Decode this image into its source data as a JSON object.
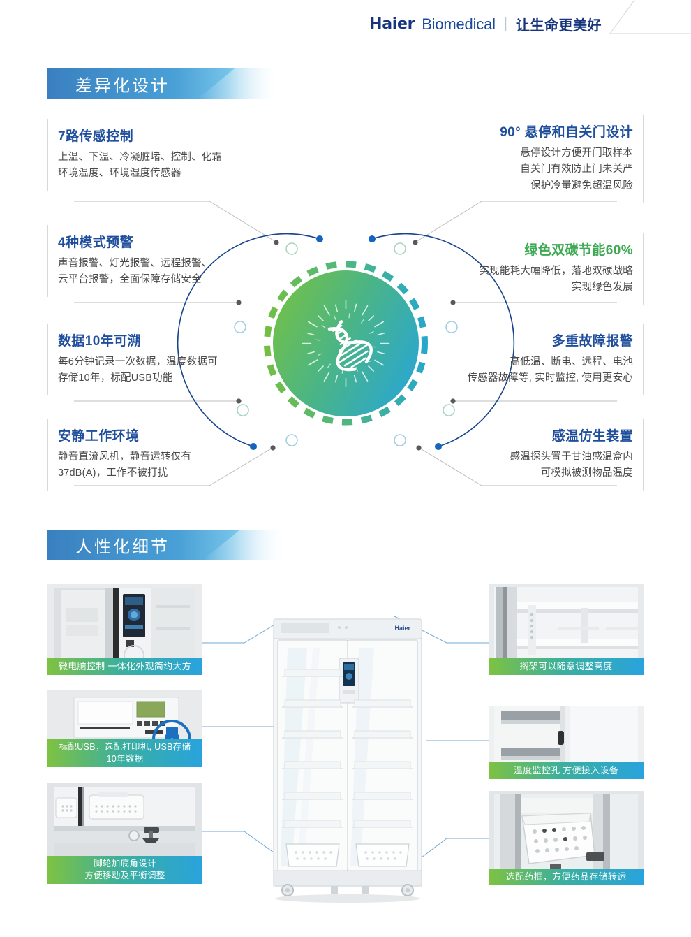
{
  "header": {
    "brand_haier": "Haier",
    "brand_biomedical": "Biomedical",
    "separator": "|",
    "slogan": "让生命更美好"
  },
  "sections": [
    {
      "id": "differentiated-design",
      "title": "差异化设计"
    },
    {
      "id": "humanized-details",
      "title": "人性化细节"
    }
  ],
  "features": {
    "left": [
      {
        "title": "7路传感控制",
        "lines": [
          "上温、下温、冷凝脏堵、控制、化霜",
          "环境温度、环境湿度传感器"
        ]
      },
      {
        "title": "4种模式预警",
        "lines": [
          "声音报警、灯光报警、远程报警、",
          "云平台报警，全面保障存储安全"
        ]
      },
      {
        "title": "数据10年可溯",
        "lines": [
          "每6分钟记录一次数据，温度数据可",
          "存储10年，标配USB功能"
        ]
      },
      {
        "title": "安静工作环境",
        "lines": [
          "静音直流风机，静音运转仅有",
          "37dB(A)，工作不被打扰"
        ]
      }
    ],
    "right": [
      {
        "title": "90° 悬停和自关门设计",
        "title_color": "blue",
        "lines": [
          "悬停设计方便开门取样本",
          "自关门有效防止门未关严",
          "保护冷量避免超温风险"
        ]
      },
      {
        "title": "绿色双碳节能60%",
        "title_color": "green",
        "lines": [
          "实现能耗大幅降低，落地双碳战略",
          "实现绿色发展"
        ]
      },
      {
        "title": "多重故障报警",
        "title_color": "blue",
        "lines": [
          "高低温、断电、远程、电池",
          "传感器故障等, 实时监控, 使用更安心"
        ]
      },
      {
        "title": "感温仿生装置",
        "title_color": "blue",
        "lines": [
          "感温探头置于甘油感温盒内",
          "可模拟被测物品温度"
        ]
      }
    ]
  },
  "center": {
    "icon": "dna-helix-icon",
    "gradient_from": "#6cbe45",
    "gradient_to": "#2ba6cf",
    "dashed_ring_from": "#72bf44",
    "dashed_ring_to": "#27a8c9",
    "outer_ring_color": "#18458c"
  },
  "photos": {
    "left": [
      {
        "name": "controller-panel-photo",
        "caption": [
          "微电脑控制 一体化外观简约大方"
        ]
      },
      {
        "name": "usb-printer-photo",
        "caption": [
          "标配USB，选配打印机, USB存储",
          "10年数据"
        ]
      },
      {
        "name": "caster-foot-photo",
        "caption": [
          "脚轮加底角设计",
          "方便移动及平衡调整"
        ]
      }
    ],
    "right": [
      {
        "name": "adjustable-shelf-photo",
        "caption": [
          "搁架可以随意调整高度"
        ]
      },
      {
        "name": "temperature-port-photo",
        "caption": [
          "温度监控孔 方便接入设备"
        ]
      },
      {
        "name": "medicine-basket-photo",
        "caption": [
          "选配药框，方便药品存储转运"
        ]
      }
    ],
    "center_product": {
      "name": "refrigerator-product-photo",
      "brand_label": "Haier"
    }
  },
  "colors": {
    "brand_blue": "#16357e",
    "title_blue": "#1f4e9c",
    "accent_green": "#3faa54",
    "bar_blue": "#3b86c6",
    "caption_green": "#7ec242",
    "caption_blue": "#29a3dd"
  }
}
